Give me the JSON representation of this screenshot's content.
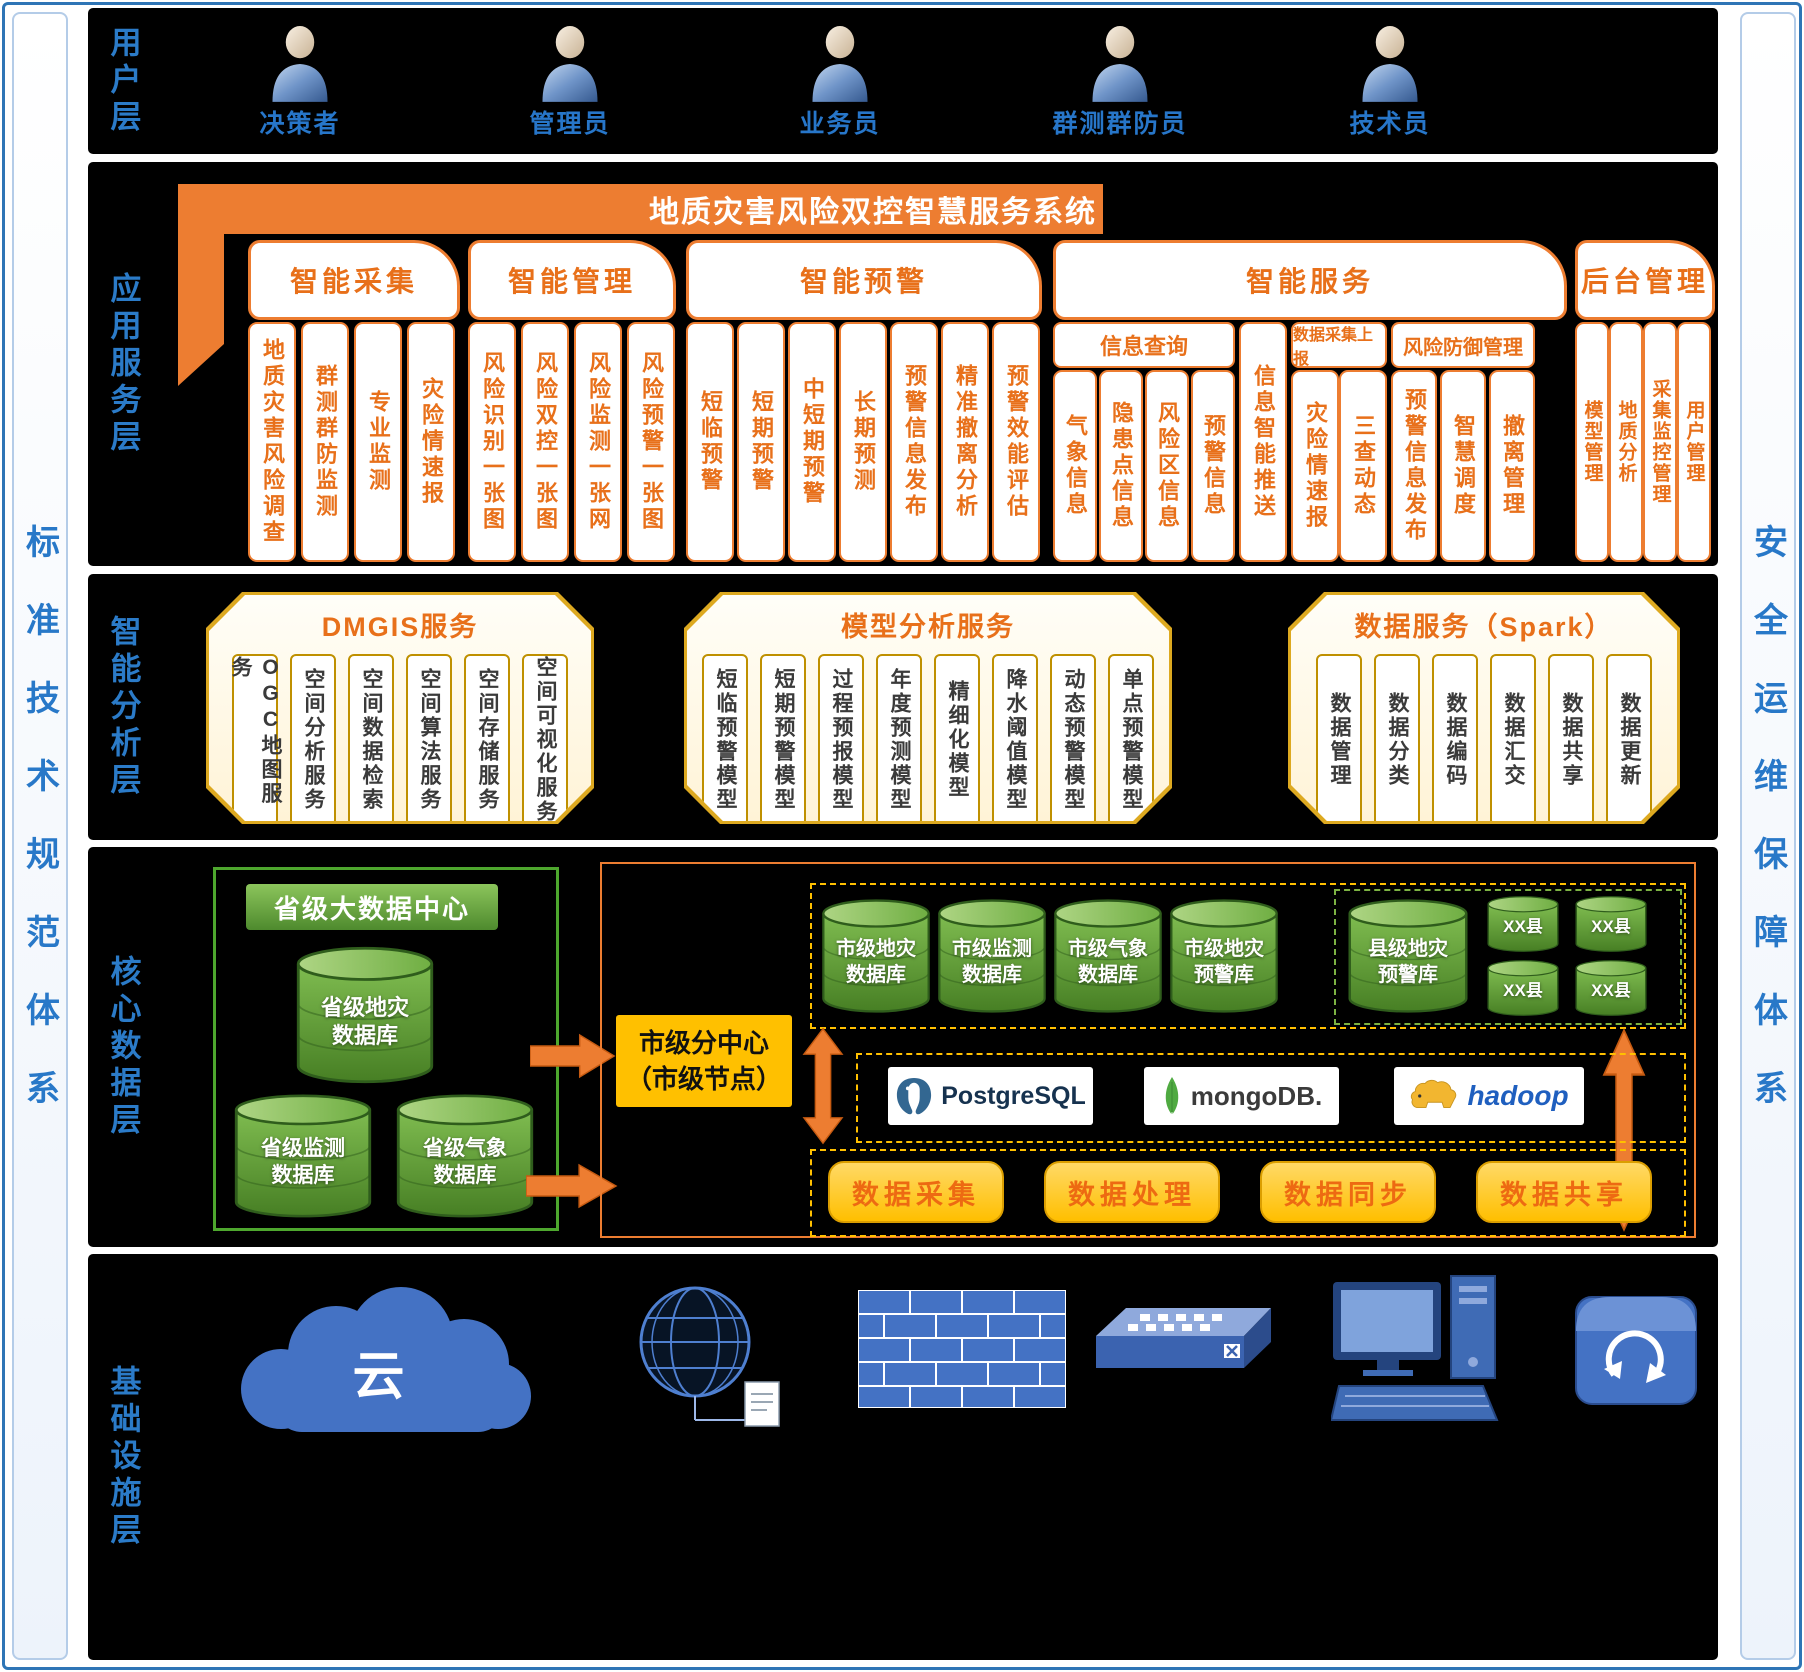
{
  "colors": {
    "accent_orange": "#ED7D31",
    "accent_gold": "#FFC000",
    "database_green": "#5E9E33",
    "label_blue": "#2B7BC8",
    "icon_blue": "#4472C4"
  },
  "sidebars": {
    "left": "标准技术规范体系",
    "right": "安全运维保障体系"
  },
  "user_layer": {
    "label": "用户层",
    "users": [
      "决策者",
      "管理员",
      "业务员",
      "群测群防员",
      "技术员"
    ]
  },
  "app_layer": {
    "label": "应用服务层",
    "system_title": "地质灾害风险双控智慧服务系统",
    "groups": {
      "collect": {
        "title": "智能采集",
        "items": [
          "地质灾害风险调查",
          "群测群防监测",
          "专业监测",
          "灾险情速报"
        ]
      },
      "manage": {
        "title": "智能管理",
        "items": [
          "风险识别一张图",
          "风险双控一张图",
          "风险监测一张网",
          "风险预警一张图"
        ]
      },
      "warning": {
        "title": "智能预警",
        "items": [
          "短临预警",
          "短期预警",
          "中短期预警",
          "长期预测",
          "预警信息发布",
          "精准撤离分析",
          "预警效能评估"
        ]
      },
      "service": {
        "title": "智能服务",
        "info_query": {
          "title": "信息查询",
          "items": [
            "气象信息",
            "隐患点信息",
            "风险区信息",
            "预警信息"
          ]
        },
        "push": "信息智能推送",
        "report": {
          "title": "数据采集上报",
          "items": [
            "灾险情速报",
            "三查动态"
          ]
        },
        "defense": {
          "title": "风险防御管理",
          "items": [
            "预警信息发布",
            "智慧调度",
            "撤离管理"
          ]
        }
      },
      "admin": {
        "title": "后台管理",
        "items": [
          "模型管理",
          "地质分析",
          "采集监控管理",
          "用户管理"
        ]
      }
    }
  },
  "analysis_layer": {
    "label": "智能分析层",
    "panels": [
      {
        "title": "DMGIS服务",
        "items": [
          "OGC地图服务",
          "空间分析服务",
          "空间数据检索",
          "空间算法服务",
          "空间存储服务",
          "空间可视化服务"
        ]
      },
      {
        "title": "模型分析服务",
        "items": [
          "短临预警模型",
          "短期预警模型",
          "过程预报模型",
          "年度预测模型",
          "精细化模型",
          "降水阈值模型",
          "动态预警模型",
          "单点预警模型"
        ]
      },
      {
        "title": "数据服务（Spark）",
        "items": [
          "数据管理",
          "数据分类",
          "数据编码",
          "数据汇交",
          "数据共享",
          "数据更新"
        ]
      }
    ]
  },
  "data_layer": {
    "label": "核心数据层",
    "province": {
      "title": "省级大数据中心",
      "databases": [
        {
          "line1": "省级地灾",
          "line2": "数据库"
        },
        {
          "line1": "省级监测",
          "line2": "数据库"
        },
        {
          "line1": "省级气象",
          "line2": "数据库"
        }
      ]
    },
    "city_node": {
      "line1": "市级分中心",
      "line2": "（市级节点）"
    },
    "city_databases": [
      {
        "line1": "市级地灾",
        "line2": "数据库"
      },
      {
        "line1": "市级监测",
        "line2": "数据库"
      },
      {
        "line1": "市级气象",
        "line2": "数据库"
      },
      {
        "line1": "市级地灾",
        "line2": "预警库"
      }
    ],
    "county_database": {
      "line1": "县级地灾",
      "line2": "预警库"
    },
    "county_nodes": [
      "XX县",
      "XX县",
      "XX县",
      "XX县"
    ],
    "tech_logos": [
      "PostgreSQL",
      "mongoDB.",
      "hadoop"
    ],
    "process_buttons": [
      "数据采集",
      "数据处理",
      "数据同步",
      "数据共享"
    ]
  },
  "infra_layer": {
    "label": "基础设施层",
    "cloud_label": "云"
  }
}
